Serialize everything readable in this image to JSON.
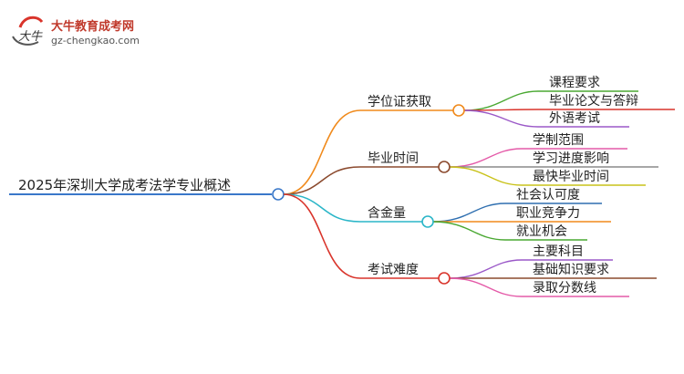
{
  "logo": {
    "title": "大牛教育成考网",
    "url": "gz-chengkao.com",
    "mark": "大牛"
  },
  "root": {
    "label": "2025年深圳大学成考法学专业概述",
    "color": "#3a78c9"
  },
  "branches": [
    {
      "label": "学位证获取",
      "color": "#f08a1c",
      "leaves": [
        {
          "label": "课程要求",
          "color": "#4aa832"
        },
        {
          "label": "毕业论文与答辩",
          "color": "#d9342b"
        },
        {
          "label": "外语考试",
          "color": "#9b59c8"
        }
      ]
    },
    {
      "label": "毕业时间",
      "color": "#8b4a2e",
      "leaves": [
        {
          "label": "学制范围",
          "color": "#e45aa8"
        },
        {
          "label": "学习进度影响",
          "color": "#8a8a8a"
        },
        {
          "label": "最快毕业时间",
          "color": "#c9c21a"
        }
      ]
    },
    {
      "label": "含金量",
      "color": "#2bb6c8",
      "leaves": [
        {
          "label": "社会认可度",
          "color": "#2f6fb0"
        },
        {
          "label": "职业竞争力",
          "color": "#f08a1c"
        },
        {
          "label": "就业机会",
          "color": "#4aa832"
        }
      ]
    },
    {
      "label": "考试难度",
      "color": "#d9342b",
      "leaves": [
        {
          "label": "主要科目",
          "color": "#9b59c8"
        },
        {
          "label": "基础知识要求",
          "color": "#8b4a2e"
        },
        {
          "label": "录取分数线",
          "color": "#e45aa8"
        }
      ]
    }
  ]
}
